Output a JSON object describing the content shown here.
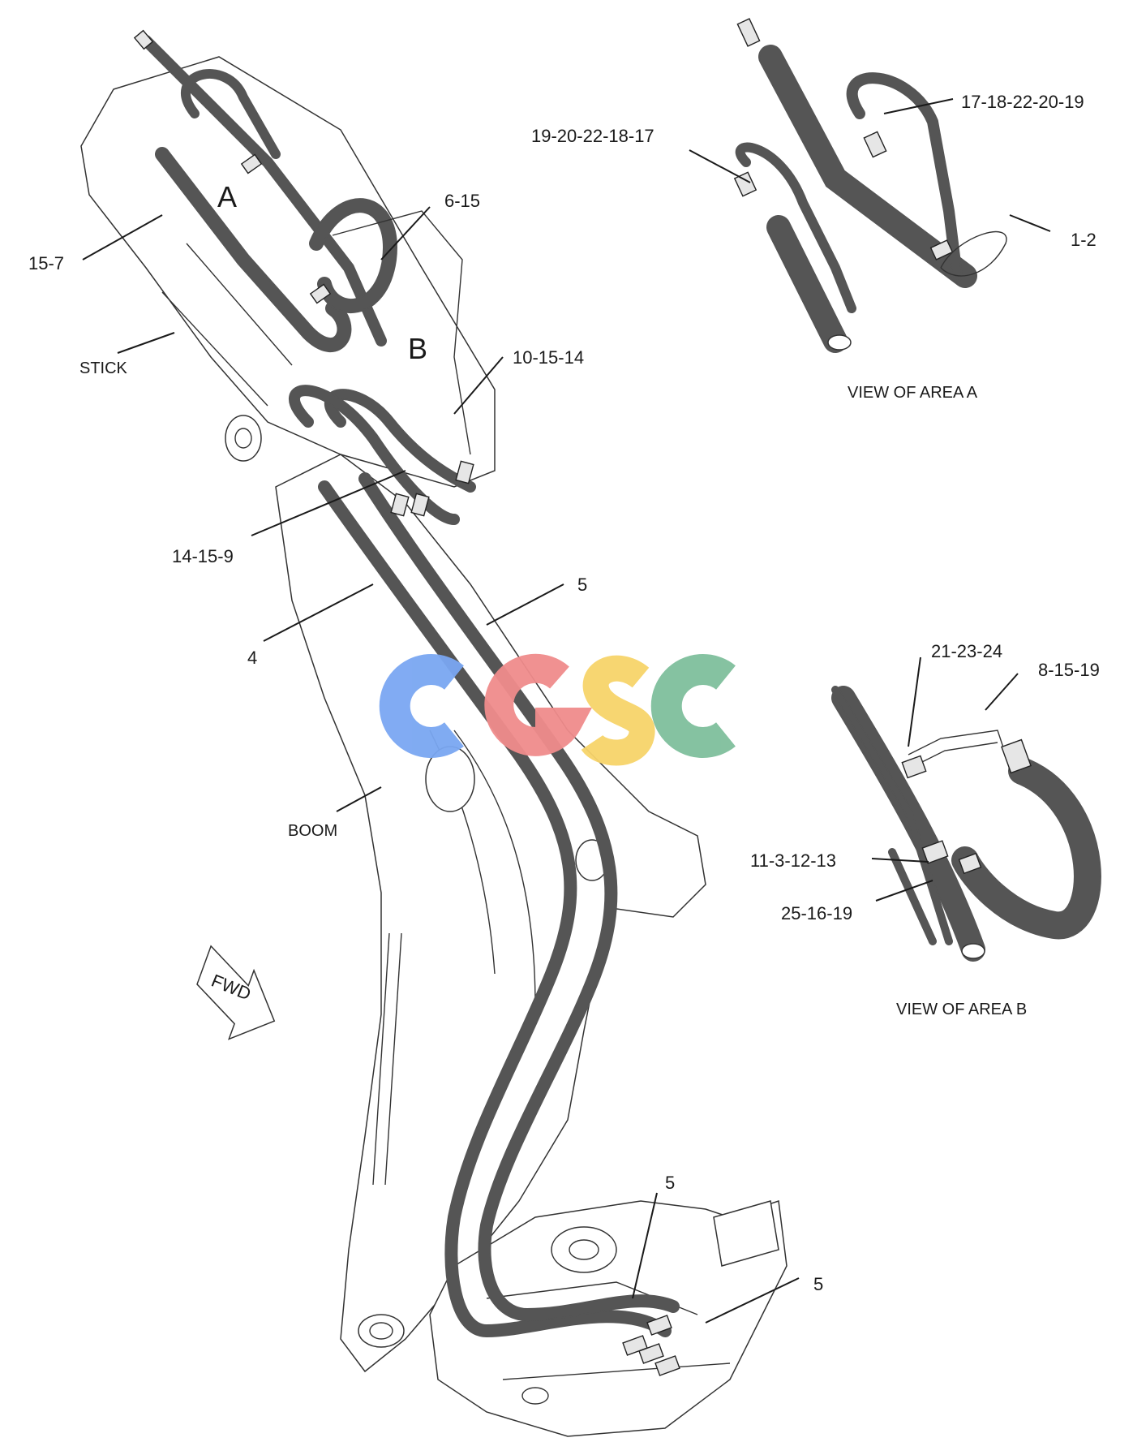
{
  "labels": {
    "area_a_letter": "A",
    "area_b_letter": "B",
    "stick": "STICK",
    "boom": "BOOM",
    "fwd": "FWD",
    "view_area_a": "VIEW OF AREA A",
    "view_area_b": "VIEW OF AREA B",
    "callouts": {
      "c_15_7": "15-7",
      "c_6_15": "6-15",
      "c_10_15_14": "10-15-14",
      "c_14_15_9": "14-15-9",
      "c_4": "4",
      "c_5_upper": "5",
      "c_5_lower_a": "5",
      "c_5_lower_b": "5",
      "c_19_20_22_18_17": "19-20-22-18-17",
      "c_17_18_22_20_19": "17-18-22-20-19",
      "c_1_2": "1-2",
      "c_21_23_24": "21-23-24",
      "c_8_15_19": "8-15-19",
      "c_11_3_12_13": "11-3-12-13",
      "c_25_16_19": "25-16-19"
    }
  },
  "watermark": {
    "letters": [
      "C",
      "G",
      "S",
      "C"
    ],
    "colors": [
      "#7aa7f2",
      "#f08c8c",
      "#f7d46a",
      "#7fbf9c"
    ]
  }
}
